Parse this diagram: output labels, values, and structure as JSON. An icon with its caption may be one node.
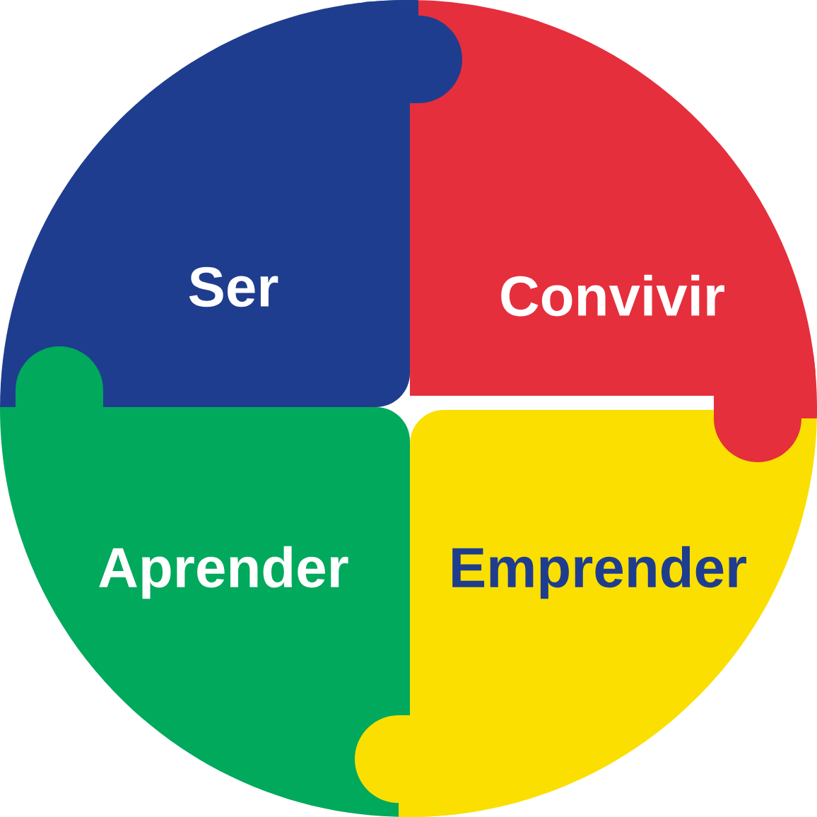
{
  "diagram": {
    "nodes": [
      {
        "text": [
          "Ser"
        ]
      },
      {
        "text": [
          "Convivir"
        ]
      },
      {
        "text": [
          "Aprender"
        ]
      },
      {
        "text": [
          "Emprender"
        ]
      }
    ]
  }
}
